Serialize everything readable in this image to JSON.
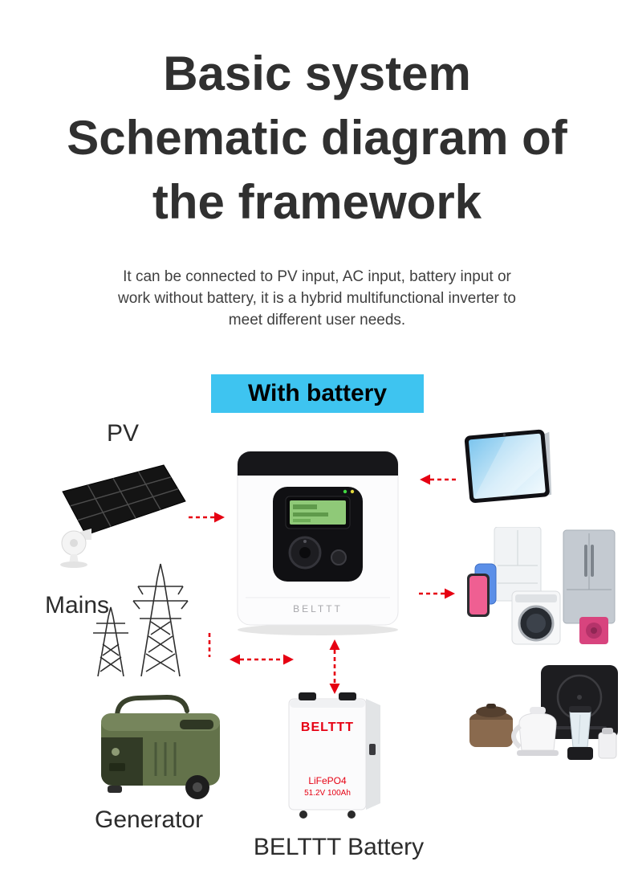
{
  "header": {
    "title_lines": [
      "Basic system",
      "Schematic diagram of",
      "the framework"
    ],
    "subtitle_lines": [
      "It can be connected to PV input, AC input, battery input or",
      "work without battery, it is a hybrid multifunctional inverter to",
      "meet different user needs."
    ]
  },
  "badge": {
    "label": "With battery"
  },
  "labels": {
    "pv": "PV",
    "mains": "Mains",
    "generator": "Generator",
    "battery": "BELTTT Battery"
  },
  "devices": {
    "inverter_brand": "BELTTT",
    "battery_brand": "BELTTT",
    "battery_type": "LiFePO4",
    "battery_spec": "51.2V 100Ah"
  },
  "colors": {
    "arrow_red": "#e60012",
    "badge_cyan": "#3ec4f0",
    "title_text": "#303030"
  }
}
